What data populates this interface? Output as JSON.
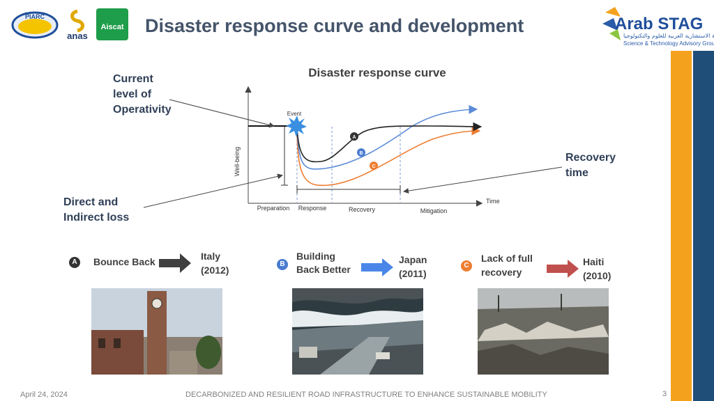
{
  "header": {
    "title": "Disaster response curve and development",
    "logos": {
      "piarc": "PIARC",
      "anas": "anas",
      "aiscat": "Aiscat",
      "arab_stag": "Arab STAG",
      "arab_stag_arabic": "المجموعة الاستشارية العربية للعلوم والتكنولوجيا",
      "arab_stag_sub": "Science & Technology Advisory Group"
    }
  },
  "diagram": {
    "title": "Disaster response curve",
    "left_top_label": "Current\nlevel of\nOperativity",
    "left_bottom_label": "Direct and\nIndirect loss",
    "right_label": "Recovery\ntime",
    "event_label": "Event",
    "y_axis_label": "Well-being",
    "x_axis_label": "Time",
    "phases": [
      "Preparation",
      "Response",
      "Recovery",
      "Mitigation"
    ],
    "curve_markers": [
      "A",
      "B",
      "C"
    ],
    "colors": {
      "A": "#1a1a1a",
      "B": "#5b8bd6",
      "C": "#ed7d31",
      "dashed": "#8fa9dc",
      "event": "#3a8fe0"
    }
  },
  "scenarios": [
    {
      "marker": "A",
      "label": "Bounce Back",
      "result": "Italy\n(2012)",
      "arrow_color": "#404040",
      "image": "damaged-clock-tower"
    },
    {
      "marker": "B",
      "label": "Building\nBack Better",
      "result": "Japan\n(2011)",
      "arrow_color": "#4a86e8",
      "image": "tsunami-wave"
    },
    {
      "marker": "C",
      "label": "Lack of full\nrecovery",
      "result": "Haiti\n(2010)",
      "arrow_color": "#c0504d",
      "image": "earthquake-debris"
    }
  ],
  "footer": {
    "date": "April 24, 2024",
    "center": "DECARBONIZED AND RESILIENT ROAD INFRASTRUCTURE TO ENHANCE SUSTAINABLE MOBILITY",
    "page": "3"
  },
  "stripes": {
    "orange": "#f4a11e",
    "blue": "#1f4e79"
  }
}
